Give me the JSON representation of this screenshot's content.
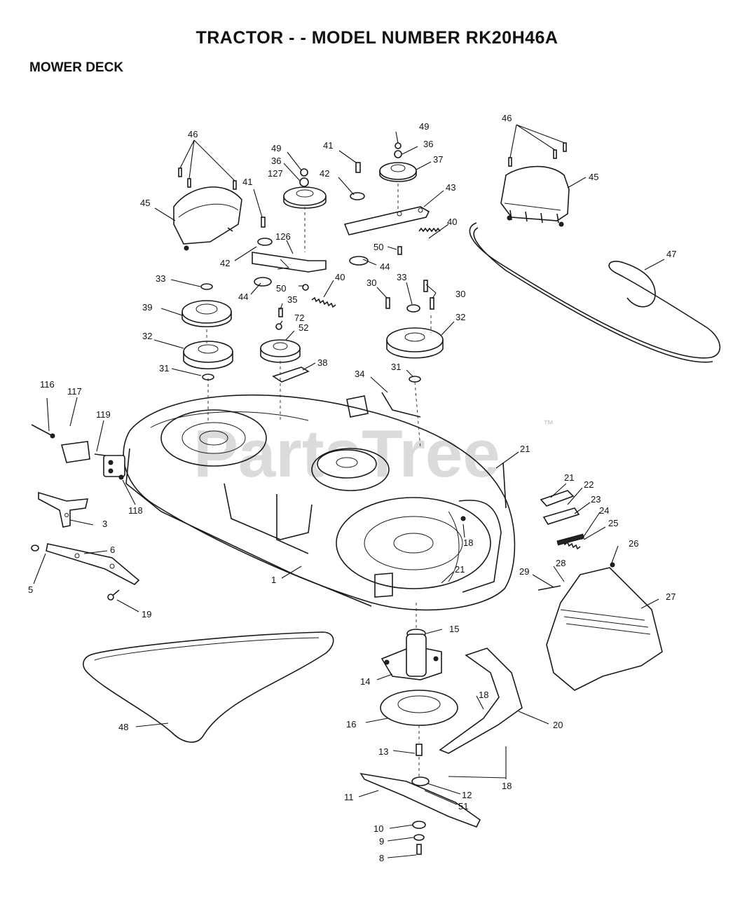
{
  "title": "TRACTOR - - MODEL NUMBER RK20H46A",
  "section": "MOWER DECK",
  "watermark": {
    "text": "PartsTree",
    "trademark": "™"
  },
  "callouts": {
    "c46a": "46",
    "c49a": "49",
    "c36a": "36",
    "c127": "127",
    "c41a": "41",
    "c42a": "42",
    "c49b": "49",
    "c36b": "36",
    "c37": "37",
    "c43": "43",
    "c46b": "46",
    "c45b": "45",
    "c45a": "45",
    "c41b": "41",
    "c126": "126",
    "c42b": "42",
    "c40a": "40",
    "c50a": "50",
    "c44a": "44",
    "c47": "47",
    "c33a": "33",
    "c44b": "44",
    "c50b": "50",
    "c40b": "40",
    "c30a": "30",
    "c33b": "33",
    "c30b": "30",
    "c39": "39",
    "c35": "35",
    "c72": "72",
    "c52": "52",
    "c32a": "32",
    "c32b": "32",
    "c31a": "31",
    "c38": "38",
    "c31b": "31",
    "c34": "34",
    "c116": "116",
    "c117": "117",
    "c119": "119",
    "c21a": "21",
    "c118": "118",
    "c21b": "21",
    "c22": "22",
    "c23": "23",
    "c24": "24",
    "c25": "25",
    "c3": "3",
    "c18a": "18",
    "c26": "26",
    "c6": "6",
    "c28": "28",
    "c29": "29",
    "c21c": "21",
    "c5": "5",
    "c1": "1",
    "c27": "27",
    "c19": "19",
    "c15": "15",
    "c14": "14",
    "c18b": "18",
    "c16": "16",
    "c20": "20",
    "c48": "48",
    "c13": "13",
    "c18c": "18",
    "c11": "11",
    "c12": "12",
    "c51": "51",
    "c10": "10",
    "c9": "9",
    "c8": "8"
  }
}
